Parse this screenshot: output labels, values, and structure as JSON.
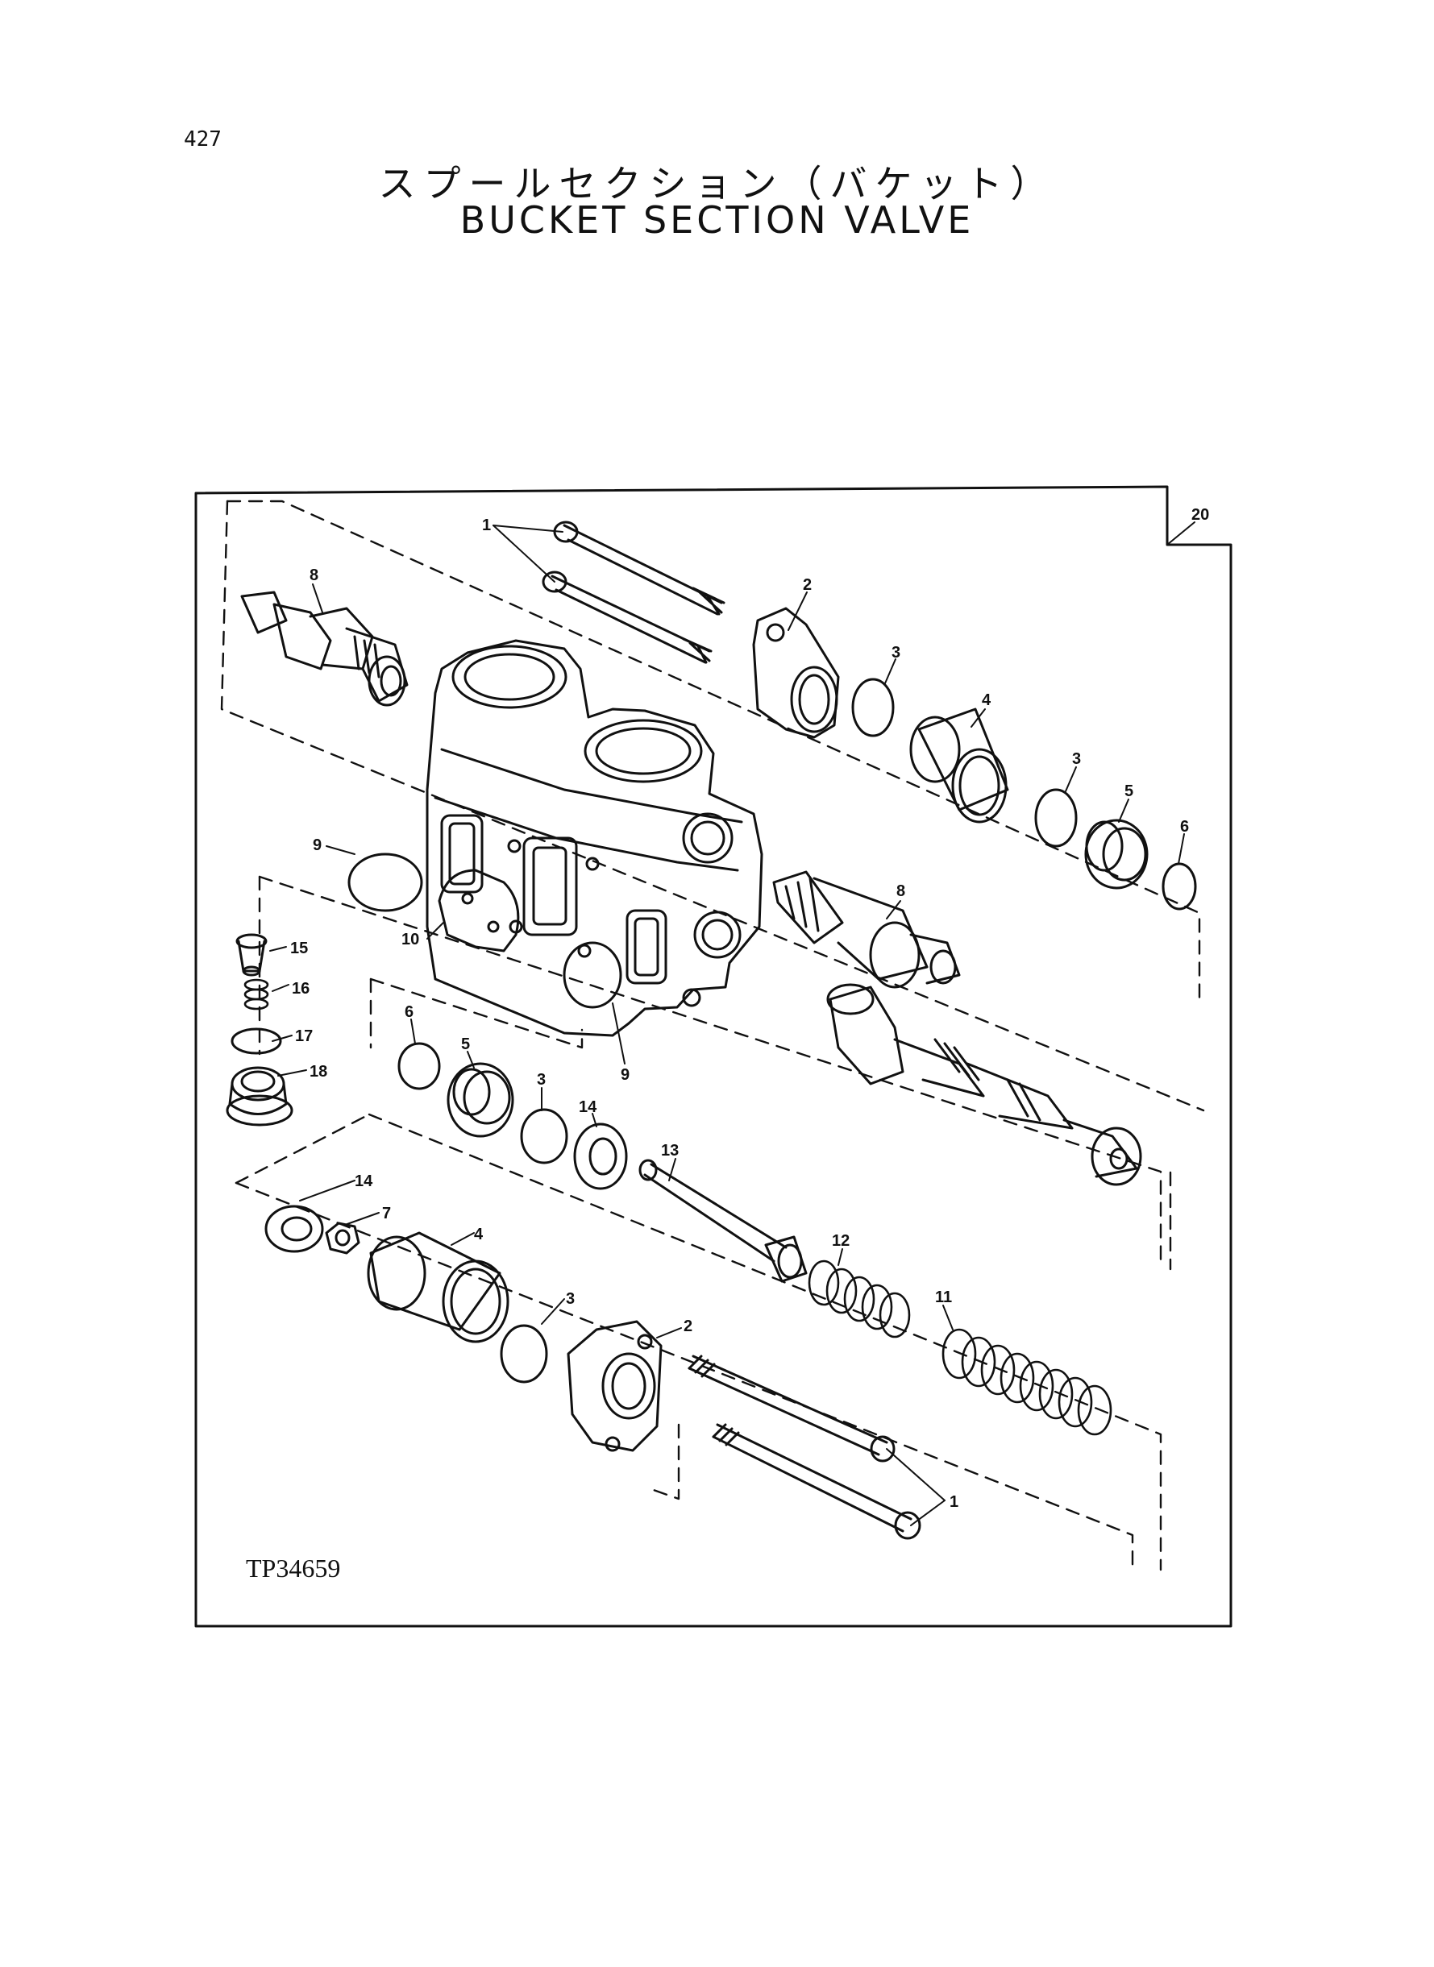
{
  "page_number": "427",
  "title_ja": "スプールセクション（バケット）",
  "title_en": "BUCKET SECTION VALVE",
  "drawing_id": "TP34659",
  "callouts": {
    "assembly": "20",
    "bolt_top": "1",
    "bolt_bottom": "1",
    "cover_top": "2",
    "cover_bottom": "2",
    "oring_3a": "3",
    "oring_3b": "3",
    "oring_3c": "3",
    "oring_3d": "3",
    "sleeve_top": "4",
    "sleeve_bottom": "4",
    "seat_5a": "5",
    "seat_5b": "5",
    "oring_6a": "6",
    "oring_6b": "6",
    "nut_7": "7",
    "relief_valve_8a": "8",
    "relief_valve_8b": "8",
    "oring_9a": "9",
    "oring_9b": "9",
    "plate_10": "10",
    "spring_11": "11",
    "spring_12": "12",
    "bolt_13": "13",
    "washer_14a": "14",
    "washer_14b": "14",
    "poppet_15": "15",
    "spring_16": "16",
    "oring_17": "17",
    "plug_18": "18"
  }
}
